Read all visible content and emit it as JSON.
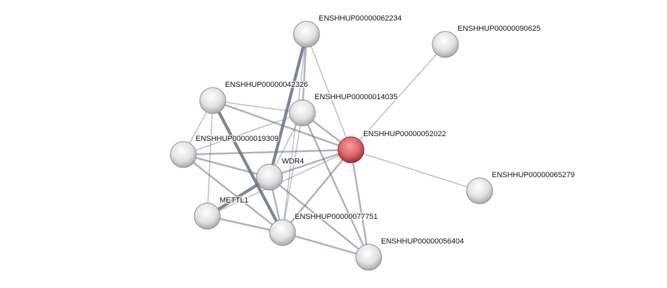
{
  "network": {
    "nodes": [
      {
        "id": "62234",
        "label": "ENSHHUP00000062234",
        "query": false
      },
      {
        "id": "90625",
        "label": "ENSHHUP00000090625",
        "query": false
      },
      {
        "id": "42326",
        "label": "ENSHHUP00000042326",
        "query": false
      },
      {
        "id": "14035",
        "label": "ENSHHUP00000014035",
        "query": false
      },
      {
        "id": "52022",
        "label": "ENSHHUP00000052022",
        "query": true
      },
      {
        "id": "19309",
        "label": "ENSHHUP00000019309",
        "query": false
      },
      {
        "id": "WDR4",
        "label": "WDR4",
        "query": false
      },
      {
        "id": "65279",
        "label": "ENSHHUP00000065279",
        "query": false
      },
      {
        "id": "METTL1",
        "label": "METTL1",
        "query": false
      },
      {
        "id": "77751",
        "label": "ENSHHUP00000077751",
        "query": false
      },
      {
        "id": "56404",
        "label": "ENSHHUP00000056404",
        "query": false
      }
    ],
    "edges": [
      {
        "source": "62234",
        "target": "WDR4",
        "strength": "high"
      },
      {
        "source": "62234",
        "target": "14035",
        "strength": "medium"
      },
      {
        "source": "62234",
        "target": "52022",
        "strength": "low"
      },
      {
        "source": "62234",
        "target": "77751",
        "strength": "low"
      },
      {
        "source": "42326",
        "target": "77751",
        "strength": "high"
      },
      {
        "source": "42326",
        "target": "14035",
        "strength": "low"
      },
      {
        "source": "42326",
        "target": "52022",
        "strength": "medium"
      },
      {
        "source": "42326",
        "target": "19309",
        "strength": "low"
      },
      {
        "source": "42326",
        "target": "METTL1",
        "strength": "low"
      },
      {
        "source": "19309",
        "target": "14035",
        "strength": "low"
      },
      {
        "source": "19309",
        "target": "52022",
        "strength": "medium"
      },
      {
        "source": "19309",
        "target": "WDR4",
        "strength": "medium"
      },
      {
        "source": "19309",
        "target": "77751",
        "strength": "medium"
      },
      {
        "source": "14035",
        "target": "52022",
        "strength": "medium"
      },
      {
        "source": "14035",
        "target": "WDR4",
        "strength": "low"
      },
      {
        "source": "14035",
        "target": "77751",
        "strength": "low"
      },
      {
        "source": "14035",
        "target": "56404",
        "strength": "medium"
      },
      {
        "source": "52022",
        "target": "WDR4",
        "strength": "medium"
      },
      {
        "source": "52022",
        "target": "77751",
        "strength": "medium"
      },
      {
        "source": "52022",
        "target": "56404",
        "strength": "medium"
      },
      {
        "source": "52022",
        "target": "90625",
        "strength": "low"
      },
      {
        "source": "52022",
        "target": "65279",
        "strength": "low"
      },
      {
        "source": "52022",
        "target": "METTL1",
        "strength": "low"
      },
      {
        "source": "WDR4",
        "target": "METTL1",
        "strength": "high"
      },
      {
        "source": "WDR4",
        "target": "77751",
        "strength": "medium"
      },
      {
        "source": "WDR4",
        "target": "56404",
        "strength": "medium"
      },
      {
        "source": "METTL1",
        "target": "77751",
        "strength": "medium"
      },
      {
        "source": "77751",
        "target": "56404",
        "strength": "medium"
      }
    ]
  },
  "colors": {
    "query_node": "#d9525a",
    "node": "#e6e6e6",
    "edge": "#6b6f8c"
  }
}
